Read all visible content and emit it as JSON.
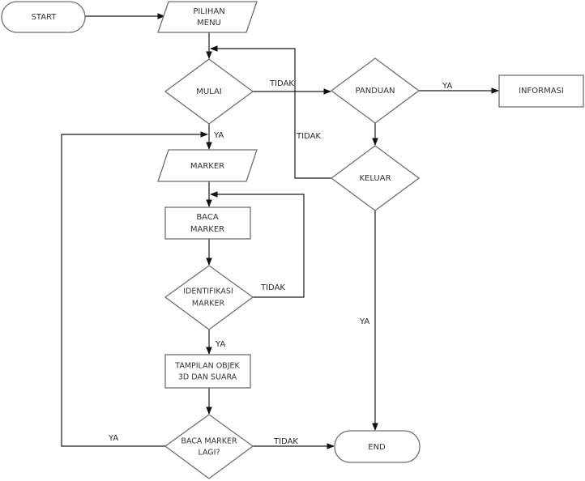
{
  "diagram": {
    "type": "flowchart",
    "nodes": {
      "start": {
        "shape": "terminator",
        "lines": [
          "START"
        ]
      },
      "pilihan_menu": {
        "shape": "input-output",
        "lines": [
          "PILIHAN",
          "MENU"
        ]
      },
      "mulai": {
        "shape": "decision",
        "lines": [
          "MULAI"
        ]
      },
      "panduan": {
        "shape": "decision",
        "lines": [
          "PANDUAN"
        ]
      },
      "informasi": {
        "shape": "process",
        "lines": [
          "INFORMASI"
        ]
      },
      "keluar": {
        "shape": "decision",
        "lines": [
          "KELUAR"
        ]
      },
      "marker": {
        "shape": "input-output",
        "lines": [
          "MARKER"
        ]
      },
      "baca_marker": {
        "shape": "process",
        "lines": [
          "BACA",
          "MARKER"
        ]
      },
      "identifikasi_marker": {
        "shape": "decision",
        "lines": [
          "IDENTIFIKASI",
          "MARKER"
        ]
      },
      "tampilan_objek": {
        "shape": "process",
        "lines": [
          "TAMPILAN OBJEK",
          "3D DAN SUARA"
        ]
      },
      "baca_marker_lagi": {
        "shape": "decision",
        "lines": [
          "BACA MARKER",
          "LAGI?"
        ]
      },
      "end": {
        "shape": "terminator",
        "lines": [
          "END"
        ]
      }
    },
    "edges": [
      {
        "from": "start",
        "to": "pilihan_menu",
        "label": ""
      },
      {
        "from": "pilihan_menu",
        "to": "mulai",
        "label": ""
      },
      {
        "from": "mulai",
        "to": "panduan",
        "label": "TIDAK"
      },
      {
        "from": "mulai",
        "to": "marker",
        "label": "YA"
      },
      {
        "from": "panduan",
        "to": "informasi",
        "label": "YA"
      },
      {
        "from": "panduan",
        "to": "keluar",
        "label": ""
      },
      {
        "from": "keluar",
        "to": "mulai",
        "label": "TIDAK"
      },
      {
        "from": "keluar",
        "to": "end",
        "label": "YA"
      },
      {
        "from": "marker",
        "to": "baca_marker",
        "label": ""
      },
      {
        "from": "baca_marker",
        "to": "identifikasi_marker",
        "label": ""
      },
      {
        "from": "identifikasi_marker",
        "to": "baca_marker",
        "label": "TIDAK"
      },
      {
        "from": "identifikasi_marker",
        "to": "tampilan_objek",
        "label": "YA"
      },
      {
        "from": "tampilan_objek",
        "to": "baca_marker_lagi",
        "label": ""
      },
      {
        "from": "baca_marker_lagi",
        "to": "marker",
        "label": "YA"
      },
      {
        "from": "baca_marker_lagi",
        "to": "end",
        "label": "TIDAK"
      }
    ]
  }
}
